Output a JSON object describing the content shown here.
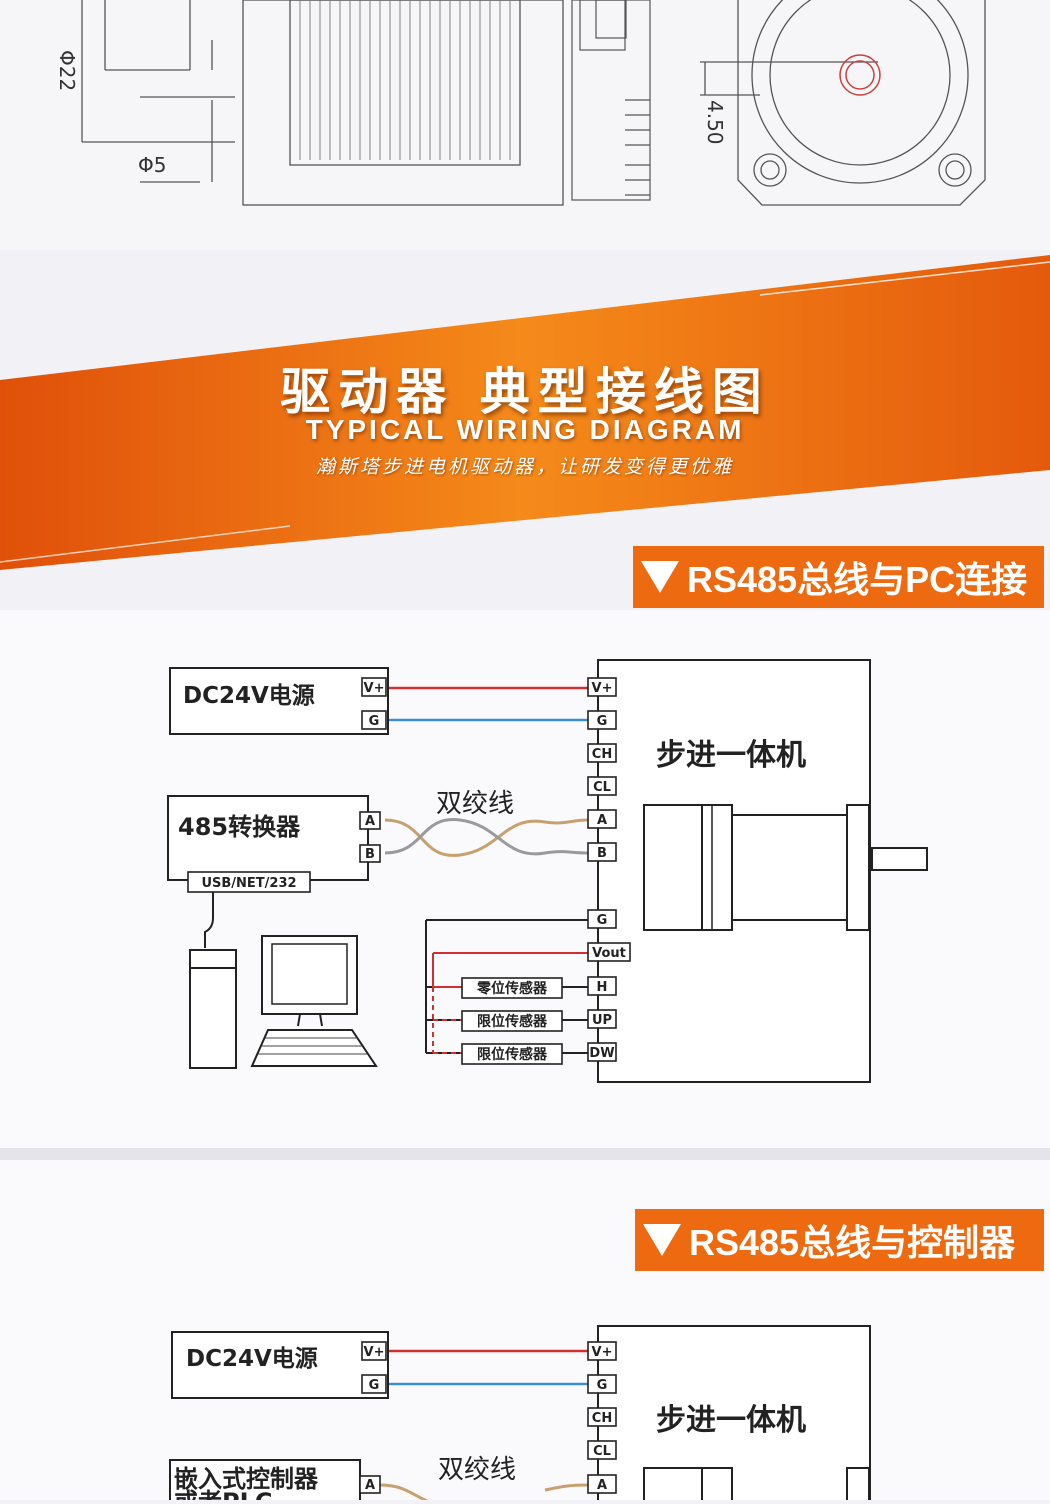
{
  "drawing": {
    "dim_shaft_diameter": "Φ22",
    "dim_shaft_small": "Φ5",
    "dim_flat": "4.50"
  },
  "banner": {
    "title_cn": "驱动器 典型接线图",
    "title_en": "TYPICAL WIRING DIAGRAM",
    "slogan": "瀚斯塔步进电机驱动器，让研发变得更优雅"
  },
  "section1": {
    "tag": "RS485总线与PC连接",
    "power_label": "DC24V电源",
    "power_pins": [
      "V+",
      "G"
    ],
    "converter_label": "485转换器",
    "converter_pins": [
      "A",
      "B"
    ],
    "converter_port": "USB/NET/232",
    "twisted_pair": "双绞线",
    "motor_label": "步进一体机",
    "motor_pins": [
      "V+",
      "G",
      "CH",
      "CL",
      "A",
      "B",
      "G",
      "Vout",
      "H",
      "UP",
      "DW"
    ],
    "sensors": [
      "零位传感器",
      "限位传感器",
      "限位传感器"
    ]
  },
  "section2": {
    "tag": "RS485总线与控制器",
    "power_label": "DC24V电源",
    "power_pins": [
      "V+",
      "G"
    ],
    "controller_label": "嵌入式控制器",
    "controller_label2": "或者PLC",
    "controller_pins": [
      "A"
    ],
    "twisted_pair": "双绞线",
    "motor_label": "步进一体机",
    "motor_pins": [
      "V+",
      "G",
      "CH",
      "CL",
      "A"
    ]
  },
  "colors": {
    "orange": "#ee6a10",
    "wire_red": "#d23030",
    "wire_blue": "#3a8fd6",
    "wire_tan": "#c8a070",
    "wire_gray": "#9a9a9a"
  }
}
